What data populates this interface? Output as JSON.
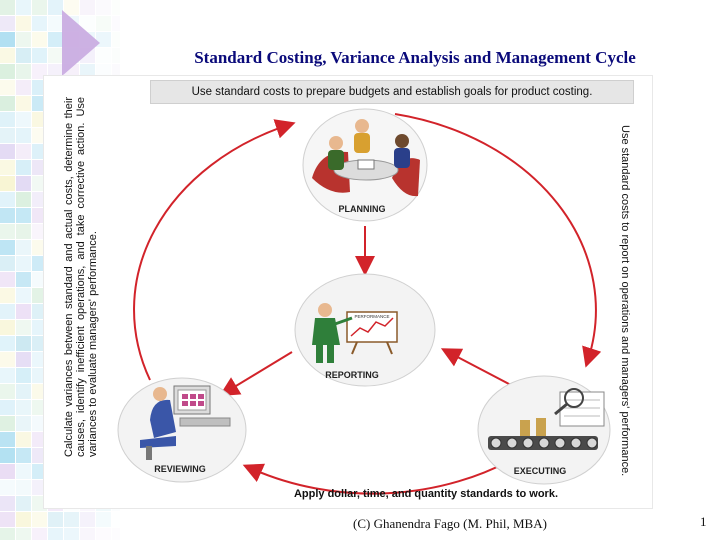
{
  "slide": {
    "title": "Standard Costing, Variance Analysis and Management Cycle",
    "footer": "(C) Ghanendra Fago (M. Phil, MBA)",
    "page_number": "1"
  },
  "cycle": {
    "top_caption": "Use standard costs to prepare budgets and establish goals for product costing.",
    "right_caption": "Use standard costs to report on operations and managers' performance.",
    "bottom_caption": "Apply dollar, time, and quantity standards to work.",
    "left_caption": "Calculate variances between standard and actual costs, determine their causes, identify inefficient operations, and take corrective action. Use variances to evaluate managers' performance.",
    "stages": {
      "planning": "PLANNING",
      "executing": "EXECUTING",
      "reviewing": "REVIEWING",
      "reporting": "REPORTING"
    },
    "chart_title": "PERFORMANCE"
  }
}
